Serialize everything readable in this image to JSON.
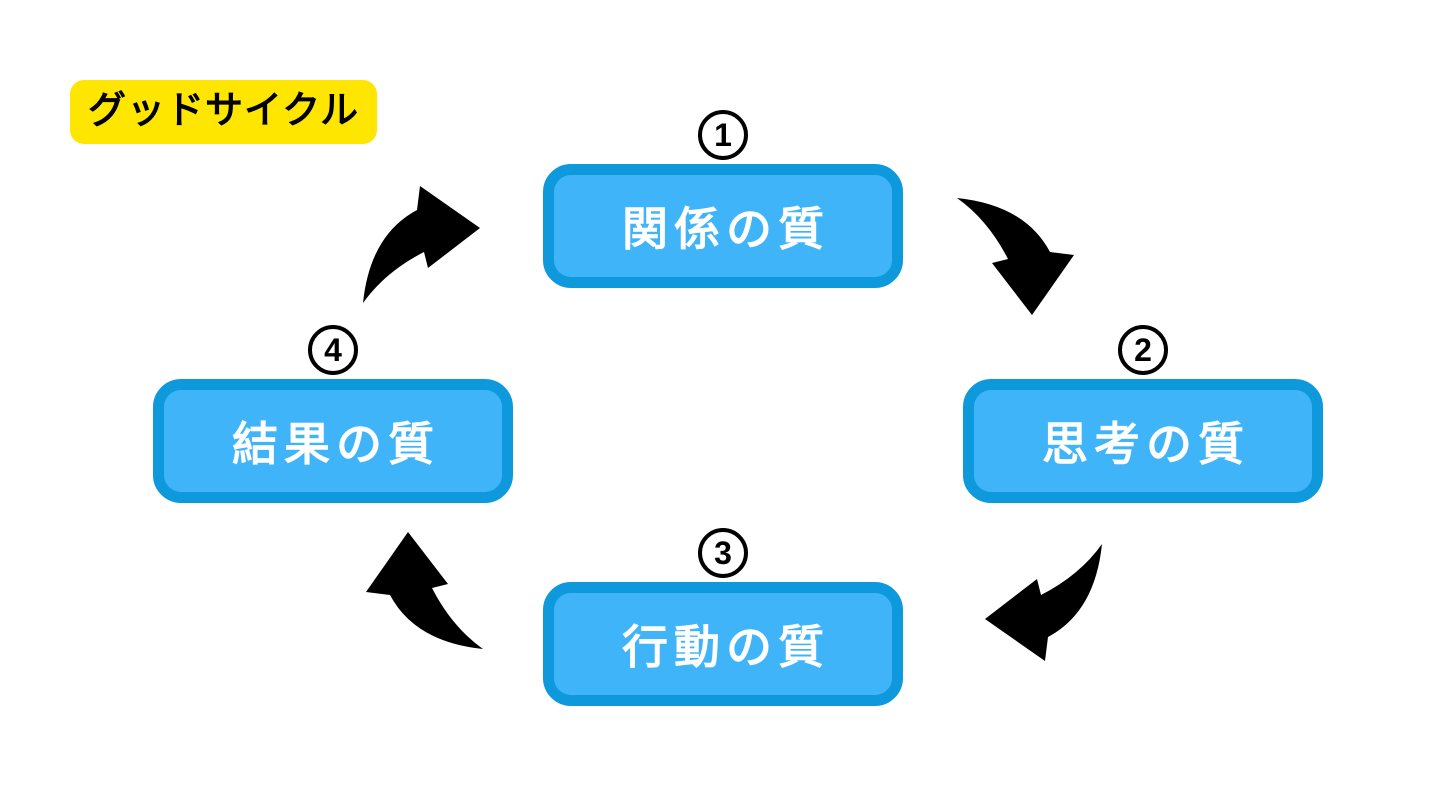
{
  "title": {
    "label": "グッドサイクル"
  },
  "cycle": {
    "nodes": [
      {
        "step": "1",
        "label": "関係の質"
      },
      {
        "step": "2",
        "label": "思考の質"
      },
      {
        "step": "3",
        "label": "行動の質"
      },
      {
        "step": "4",
        "label": "結果の質"
      }
    ],
    "arrows": [
      {
        "from": "1",
        "to": "2"
      },
      {
        "from": "2",
        "to": "3"
      },
      {
        "from": "3",
        "to": "4"
      },
      {
        "from": "4",
        "to": "1"
      }
    ]
  },
  "colors": {
    "background": "#FFFFFF",
    "title_highlight": "#FFE600",
    "box_fill": "#40B4F8",
    "box_border": "#0D99DC",
    "box_text": "#FFFFFF",
    "arrow": "#000000",
    "number": "#000000"
  }
}
